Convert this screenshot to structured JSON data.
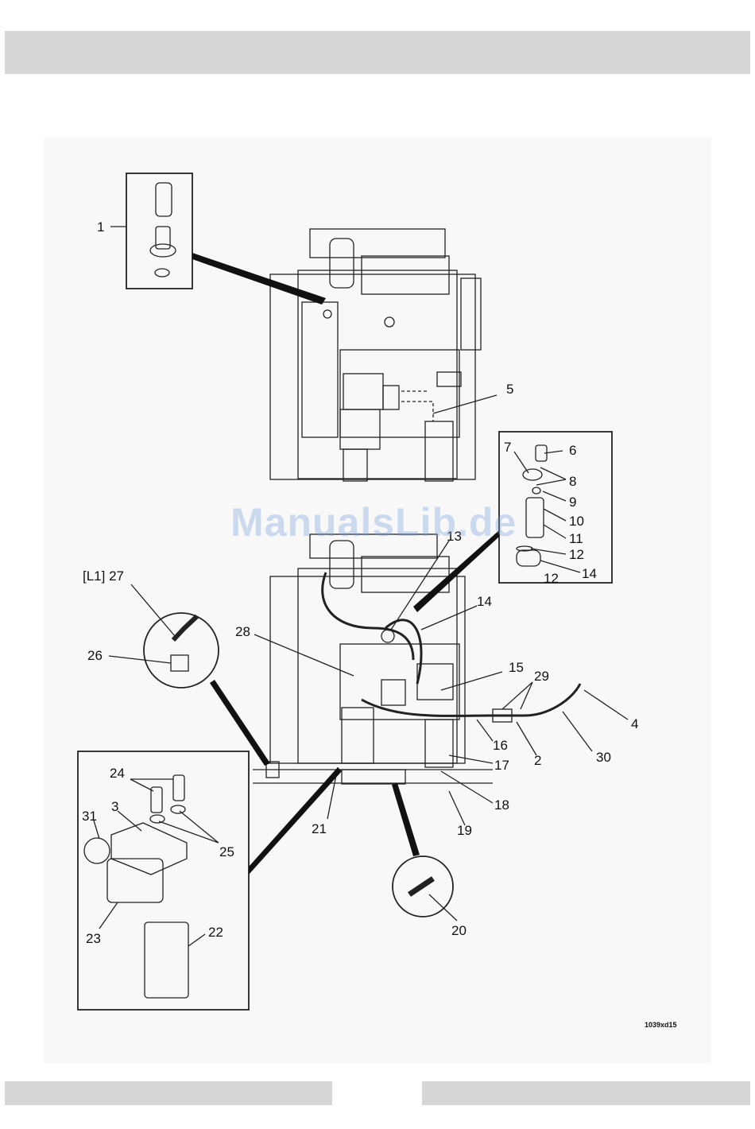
{
  "watermark": "ManualsLib.de",
  "figure_ref": "1039xd15",
  "callouts": {
    "c1": "1",
    "c2": "2",
    "c3": "3",
    "c4": "4",
    "c5": "5",
    "c6": "6",
    "c7": "7",
    "c8": "8",
    "c9": "9",
    "c10": "10",
    "c11": "11",
    "c12a": "12",
    "c12b": "12",
    "c13": "13",
    "c14a": "14",
    "c14b": "14",
    "c15": "15",
    "c16": "16",
    "c17": "17",
    "c18": "18",
    "c19": "19",
    "c20": "20",
    "c21": "21",
    "c22": "22",
    "c23": "23",
    "c24": "24",
    "c25": "25",
    "c26": "26",
    "c27": "[L1] 27",
    "c28": "28",
    "c29": "29",
    "c30": "30",
    "c31": "31"
  },
  "colors": {
    "header_bar": "#d6d6d6",
    "drawing_bg": "#f8f8f8",
    "line": "#222222"
  }
}
